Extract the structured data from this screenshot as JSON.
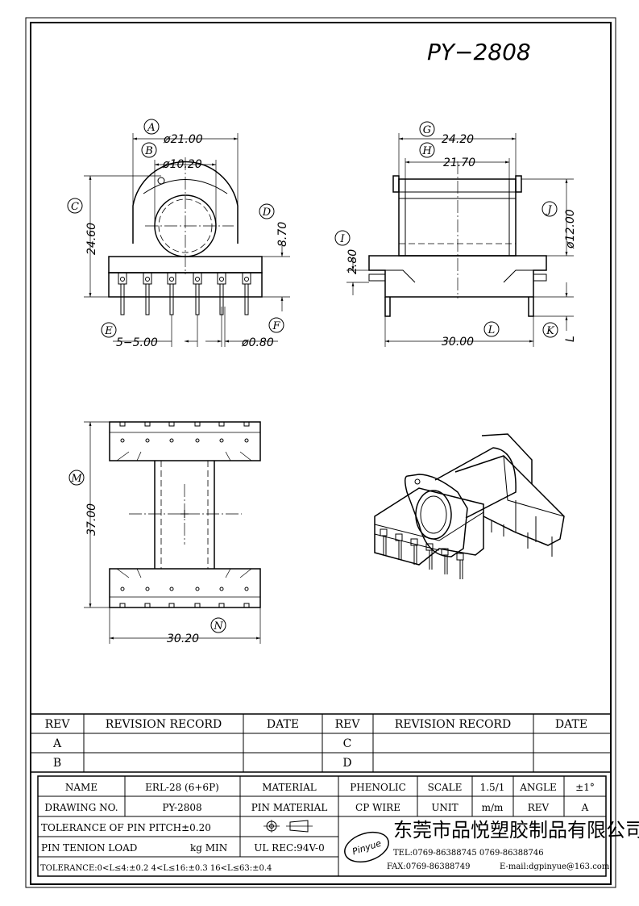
{
  "drawing": {
    "code": "PY−2808",
    "dims": {
      "A": "ø21.00",
      "B": "ø10.20",
      "C": "24.60",
      "D": "8.70",
      "E": "5−5.00",
      "F": "ø0.80",
      "G": "24.20",
      "H": "21.70",
      "I": "2.80",
      "J": "ø12.00",
      "K": "L",
      "L": "30.00",
      "M": "37.00",
      "N": "30.20"
    },
    "markers": [
      "A",
      "B",
      "C",
      "D",
      "E",
      "F",
      "G",
      "H",
      "I",
      "J",
      "K",
      "L",
      "M",
      "N"
    ]
  },
  "revision_table": {
    "headers": [
      "REV",
      "REVISION RECORD",
      "DATE",
      "REV",
      "REVISION RECORD",
      "DATE"
    ],
    "rows": [
      [
        "A",
        "",
        "",
        "C",
        "",
        ""
      ],
      [
        "B",
        "",
        "",
        "D",
        "",
        ""
      ]
    ]
  },
  "title_block": {
    "name_label": "NAME",
    "name_value": "ERL-28 (6+6P)",
    "material_label": "MATERIAL",
    "material_value": "PHENOLIC",
    "scale_label": "SCALE",
    "scale_value": "1.5/1",
    "angle_label": "ANGLE",
    "angle_value": "±1°",
    "drawing_no_label": "DRAWING NO.",
    "drawing_no_value": "PY-2808",
    "pin_material_label": "PIN MATERIAL",
    "pin_material_value": "CP WIRE",
    "unit_label": "UNIT",
    "unit_value": "m/m",
    "rev_label": "REV",
    "rev_value": "A",
    "tol_pitch": "TOLERANCE OF PIN PITCH±0.20",
    "pin_load_label": "PIN TENION LOAD",
    "pin_load_value": "kg MIN",
    "ul": "UL REC:94V-0",
    "tol_general": "TOLERANCE:0<L≤4:±0.2  4<L≤16:±0.3  16<L≤63:±0.4",
    "logo_text": "Pinyue",
    "company": "东莞市品悦塑胶制品有限公司",
    "tel": "TEL:0769-86388745   0769-86388746",
    "fax": "FAX:0769-86388749",
    "email": "E-mail:dgpinyue@163.com"
  }
}
